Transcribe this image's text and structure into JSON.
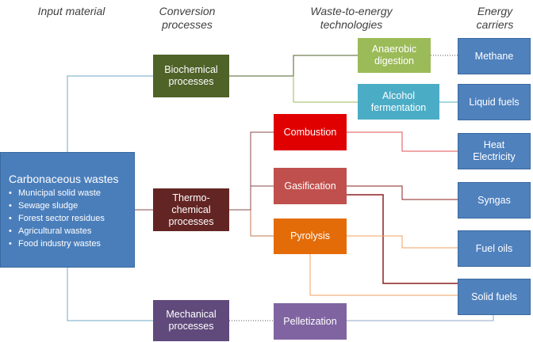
{
  "headers": {
    "input": "Input material",
    "conversion": "Conversion processes",
    "technologies": "Waste-to-energy technologies",
    "carriers": "Energy carriers"
  },
  "input": {
    "title": "Carbonaceous wastes",
    "items": [
      "Municipal solid waste",
      "Sewage sludge",
      "Forest sector residues",
      "Agricultural wastes",
      "Food industry wastes"
    ]
  },
  "processes": {
    "biochemical": "Biochemical processes",
    "thermochemical": "Thermo-chemical processes",
    "mechanical": "Mechanical processes"
  },
  "technologies": {
    "anaerobic": "Anaerobic digestion",
    "alcohol": "Alcohol fermentation",
    "combustion": "Combustion",
    "gasification": "Gasification",
    "pyrolysis": "Pyrolysis",
    "pelletization": "Pelletization"
  },
  "carriers": {
    "methane": "Methane",
    "liquid_fuels": "Liquid fuels",
    "heat": "Heat",
    "electricity": "Electricity",
    "syngas": "Syngas",
    "fuel_oils": "Fuel oils",
    "solid_fuels": "Solid fuels"
  },
  "colors": {
    "input": "#4a7ebb",
    "biochemical": "#4f6228",
    "thermochemical": "#632523",
    "mechanical": "#604a7b",
    "anaerobic": "#9bbb59",
    "alcohol": "#4bacc6",
    "combustion": "#e00000",
    "gasification": "#c0504d",
    "pyrolysis": "#e36c09",
    "pelletization": "#8064a2",
    "carrier": "#4f81bd"
  }
}
